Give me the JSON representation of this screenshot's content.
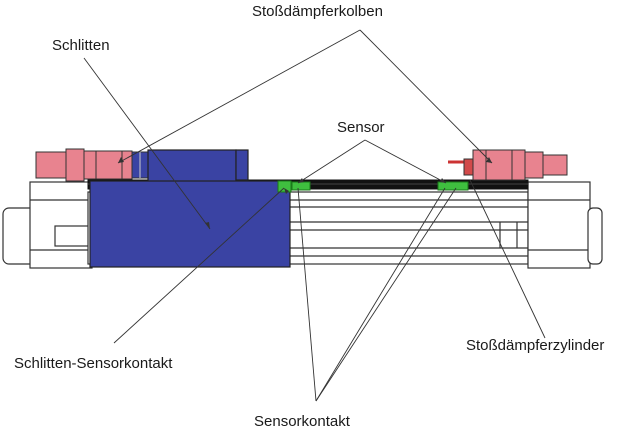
{
  "labels": {
    "kolben": "Stoßdämpferkolben",
    "schlitten": "Schlitten",
    "sensor": "Sensor",
    "zylinder": "Stoßdämpferzylinder",
    "schlitten_sensorkontakt": "Schlitten-Sensorkontakt",
    "sensorkontakt": "Sensorkontakt"
  },
  "colors": {
    "carriage": "#3a43a3",
    "damper": "#e8838f",
    "sensor": "#3fbf3f",
    "outline": "#333333",
    "leader": "#333333",
    "background": "#ffffff"
  }
}
